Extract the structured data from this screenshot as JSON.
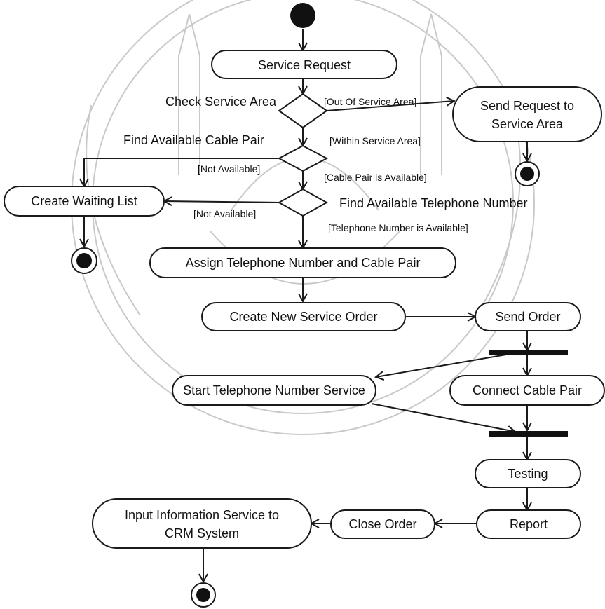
{
  "activities": {
    "service_request": "Service Request",
    "send_request": [
      "Send Request to",
      "Service Area"
    ],
    "create_waiting_list": "Create Waiting List",
    "assign_number": "Assign Telephone Number and Cable Pair",
    "create_order": "Create New Service Order",
    "send_order": "Send Order",
    "start_service": "Start Telephone Number Service",
    "connect_cable": "Connect Cable Pair",
    "testing": "Testing",
    "report": "Report",
    "close_order": "Close Order",
    "input_crm": [
      "Input Information Service to",
      "CRM System"
    ]
  },
  "decisions": {
    "check_area": "Check Service Area",
    "find_cable": "Find Available Cable Pair",
    "find_number": "Find Available Telephone Number"
  },
  "guards": {
    "out_of_area": "[Out Of Service Area]",
    "within_area": "[Within Service Area]",
    "cable_not_available": "[Not Available]",
    "cable_available": "[Cable Pair is Available]",
    "number_not_available": "[Not Available]",
    "number_available": "[Telephone Number is Available]"
  },
  "colors": {
    "line": "#1a1a1a",
    "node_fill": "#111111",
    "watermark": "#c9c9c9"
  }
}
